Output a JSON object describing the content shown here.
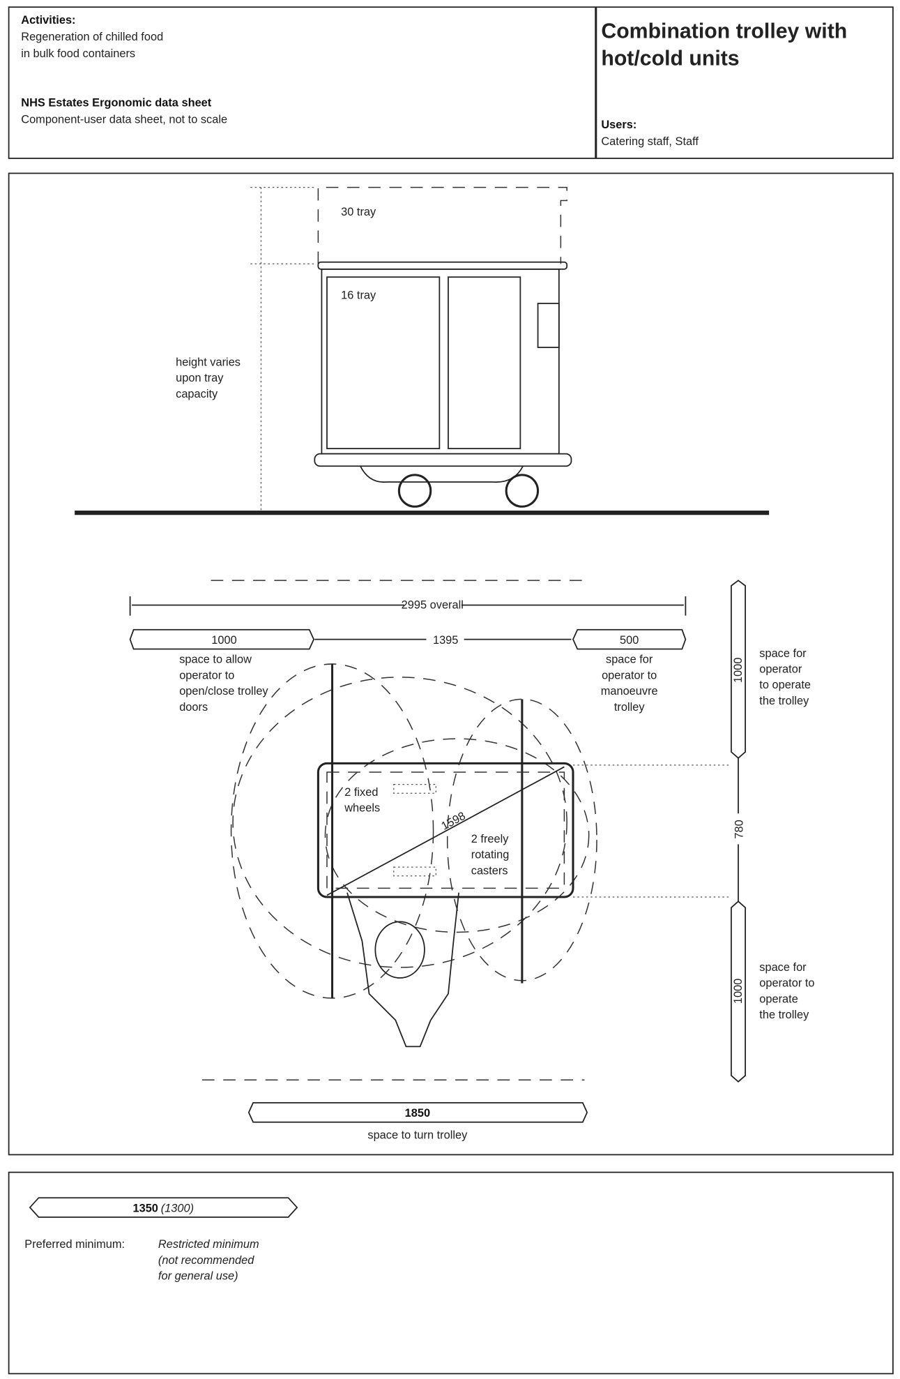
{
  "header": {
    "activities_label": "Activities:",
    "activities_line1": "Regeneration of chilled food",
    "activities_line2": "in bulk food containers",
    "sheet_title": "NHS Estates Ergonomic data sheet",
    "sheet_subtitle": "Component-user data sheet, not to scale",
    "title_line1": "Combination trolley with",
    "title_line2": "hot/cold units",
    "users_label": "Users:",
    "users_value": "Catering staff, Staff"
  },
  "elevation": {
    "tray30": "30 tray",
    "tray16": "16 tray",
    "height_note": [
      "height varies",
      "upon tray",
      "capacity"
    ]
  },
  "plan": {
    "overall": "2995 overall",
    "left_space": "1000",
    "left_note": [
      "space to allow",
      "operator to",
      "open/close trolley",
      "doors"
    ],
    "trolley_length": "1395",
    "right_space": "500",
    "right_note": [
      "space for",
      "operator to",
      "manoeuvre",
      "trolley"
    ],
    "top_side_space": "1000",
    "top_side_note": [
      "space for",
      "operator",
      "to operate",
      "the trolley"
    ],
    "trolley_width": "780",
    "bottom_side_space": "1000",
    "bottom_side_note": [
      "space for",
      "operator to",
      "operate",
      "the trolley"
    ],
    "diagonal": "1598",
    "fixed_wheels": [
      "2 fixed",
      "wheels"
    ],
    "casters": [
      "2 freely",
      "rotating",
      "casters"
    ],
    "turn_space": "1850",
    "turn_note": "space to turn trolley"
  },
  "legend": {
    "preferred_value": "1350",
    "restricted_value": "(1300)",
    "preferred_label": "Preferred  minimum:",
    "restricted_label": [
      "Restricted minimum",
      "(not recommended",
      "for general use)"
    ]
  }
}
